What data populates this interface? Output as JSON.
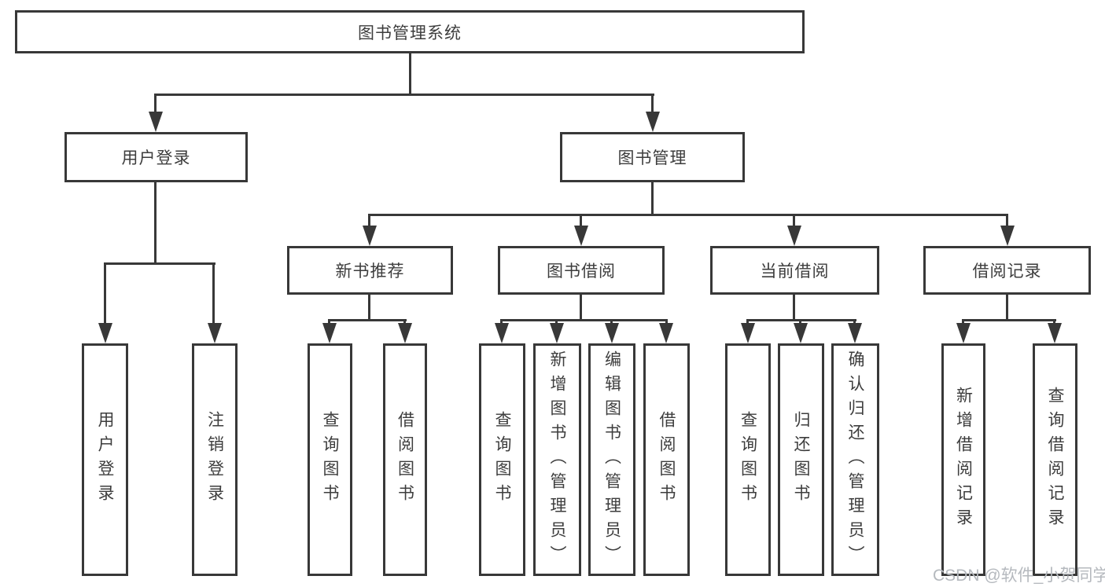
{
  "diagram": {
    "root": {
      "label": "图书管理系统"
    },
    "level2": [
      {
        "label": "用户登录"
      },
      {
        "label": "图书管理"
      }
    ],
    "level3": [
      {
        "label": "新书推荐"
      },
      {
        "label": "图书借阅"
      },
      {
        "label": "当前借阅"
      },
      {
        "label": "借阅记录"
      }
    ],
    "leaves": {
      "user_login": [
        "用户登录",
        "注销登录"
      ],
      "new_books": [
        "查询图书",
        "借阅图书"
      ],
      "book_borrow": [
        "查询图书",
        "新增图书（管理员）",
        "编辑图书（管理员）",
        "借阅图书"
      ],
      "current_borrow": [
        "查询图书",
        "归还图书",
        "确认归还（管理员）"
      ],
      "borrow_records": [
        "新增借阅记录",
        "查询借阅记录"
      ]
    }
  },
  "watermark": {
    "text": "CSDN @软件_小贺同学"
  },
  "colors": {
    "line": "#383838",
    "text": "#3d3d3d",
    "watermark": "#b5b9be",
    "background": "#ffffff"
  }
}
